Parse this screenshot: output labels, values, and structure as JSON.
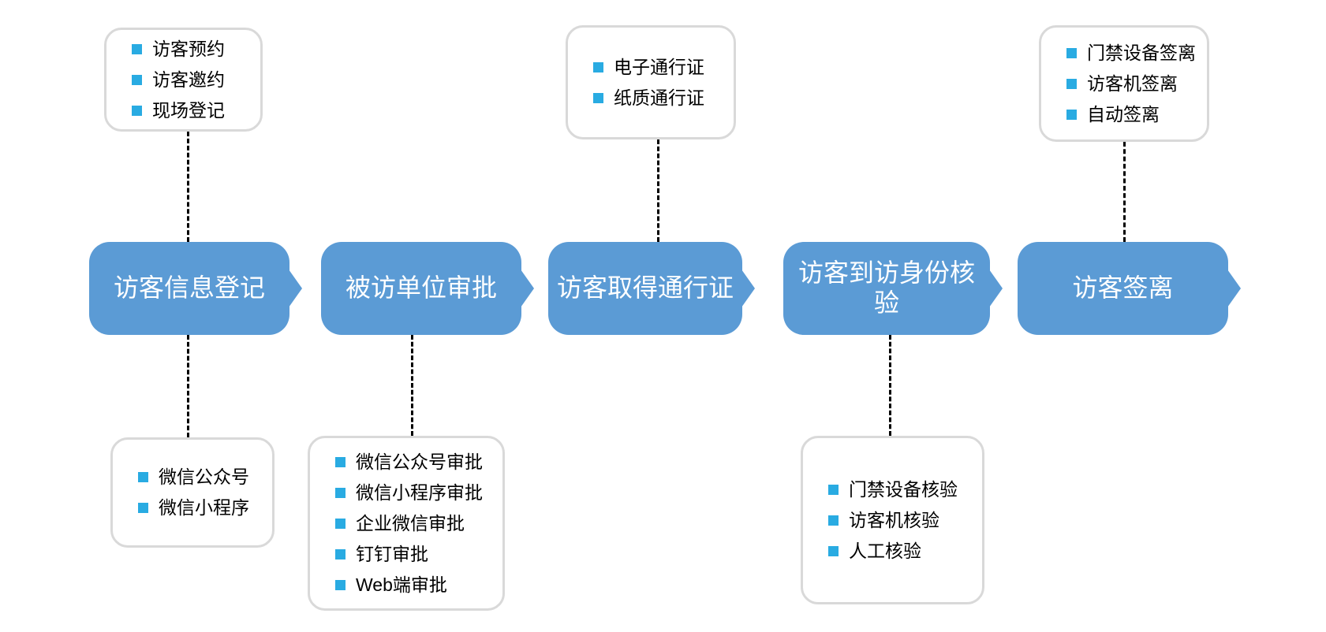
{
  "colors": {
    "node_fill": "#5B9BD5",
    "node_text": "#FFFFFF",
    "bullet": "#29ABE2",
    "callout_border": "#D9D9D9",
    "connector": "#000000"
  },
  "flow": {
    "steps": [
      {
        "label": "访客信息登记"
      },
      {
        "label": "被访单位审批"
      },
      {
        "label": "访客取得通行证"
      },
      {
        "label": "访客到访身份核验"
      },
      {
        "label": "访客签离"
      }
    ]
  },
  "callouts": {
    "top_left": {
      "items": [
        "访客预约",
        "访客邀约",
        "现场登记"
      ]
    },
    "top_middle": {
      "items": [
        "电子通行证",
        "纸质通行证"
      ]
    },
    "top_right": {
      "items": [
        "门禁设备签离",
        "访客机签离",
        "自动签离"
      ]
    },
    "bottom_left": {
      "items": [
        "微信公众号",
        "微信小程序"
      ]
    },
    "bottom_middle": {
      "items": [
        "微信公众号审批",
        "微信小程序审批",
        "企业微信审批",
        "钉钉审批",
        "Web端审批"
      ]
    },
    "bottom_right": {
      "items": [
        "门禁设备核验",
        "访客机核验",
        "人工核验"
      ]
    }
  }
}
